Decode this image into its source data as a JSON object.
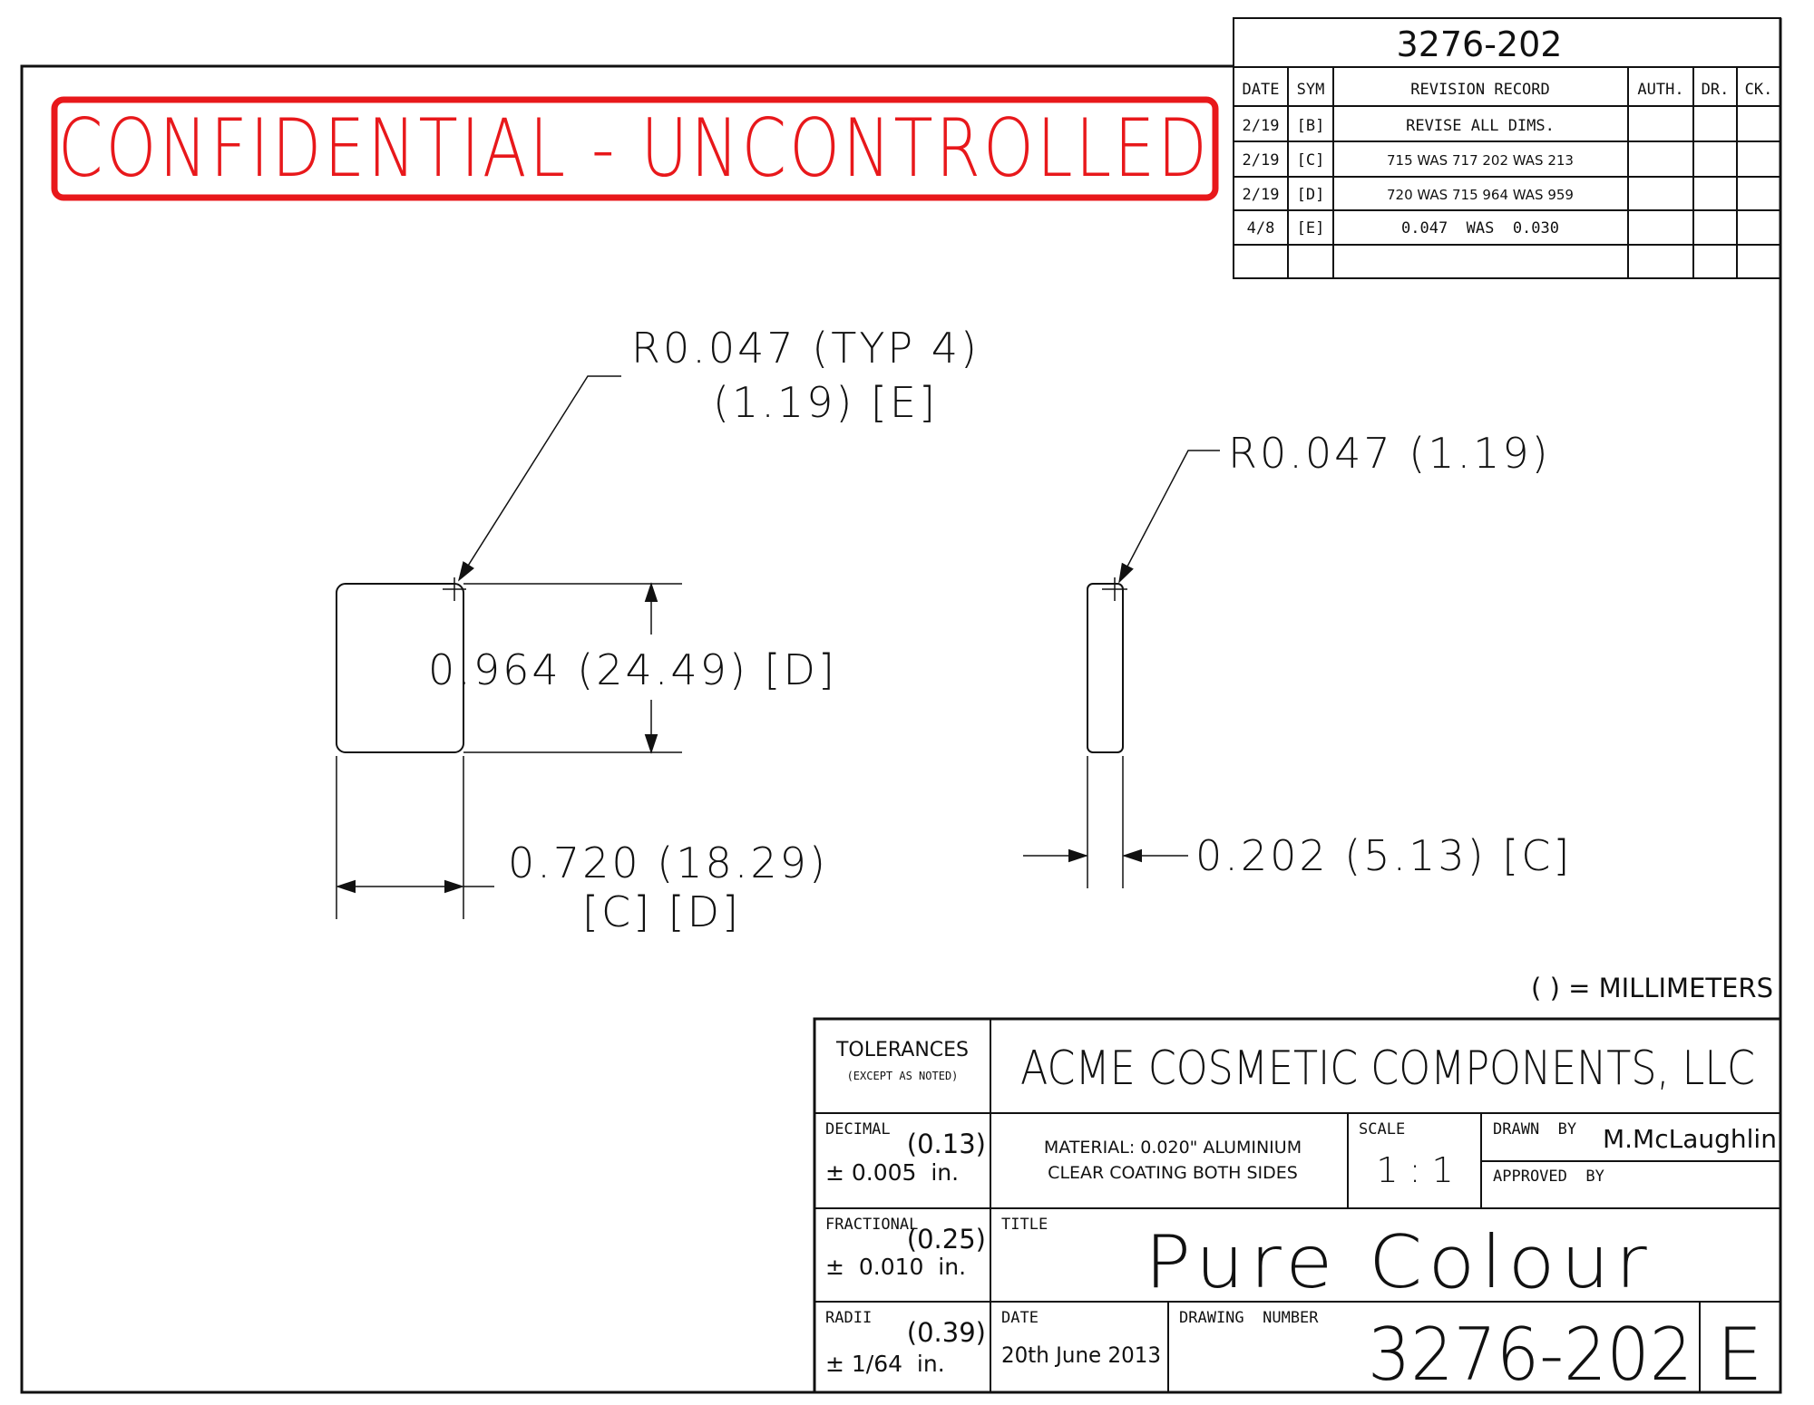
{
  "drawing_number_top": "3276-202",
  "stamp": {
    "text": "CONFIDENTIAL - UNCONTROLLED",
    "color": "#e8181b"
  },
  "revision_table": {
    "headers": {
      "date": "DATE",
      "sym": "SYM",
      "record": "REVISION RECORD",
      "auth": "AUTH.",
      "dr": "DR.",
      "ck": "CK."
    },
    "rows": [
      {
        "date": "2/19",
        "sym": "[B]",
        "record": "REVISE ALL DIMS."
      },
      {
        "date": "2/19",
        "sym": "[C]",
        "record": "715 WAS 717 202 WAS 213"
      },
      {
        "date": "2/19",
        "sym": "[D]",
        "record": "720 WAS 715 964 WAS 959"
      },
      {
        "date": "4/8",
        "sym": "[E]",
        "record": "0.047  WAS  0.030"
      }
    ]
  },
  "callouts": {
    "radius_front_1": "R0.047 (TYP 4)",
    "radius_front_2": "(1.19) [E]",
    "radius_side": "R0.047 (1.19)",
    "height": "0.964 (24.49) [D]",
    "width_1": "0.720 (18.29)",
    "width_2": "[C] [D]",
    "thickness": "0.202 (5.13) [C]"
  },
  "units_note": "( ) = MILLIMETERS",
  "title_block": {
    "tolerances_label": "TOLERANCES",
    "tolerances_sub": "(EXCEPT AS NOTED)",
    "company": "ACME COSMETIC COMPONENTS, LLC",
    "decimal_label": "DECIMAL",
    "decimal_mm": "(0.13)",
    "decimal_in": "± 0.005  in.",
    "material_1": "MATERIAL: 0.020\" ALUMINIUM",
    "material_2": "CLEAR COATING BOTH SIDES",
    "scale_label": "SCALE",
    "scale_value": "1 : 1",
    "drawn_by_label": "DRAWN  BY",
    "drawn_by_value": "M.McLaughlin",
    "approved_by_label": "APPROVED  BY",
    "fractional_label": "FRACTIONAL",
    "fractional_mm": "(0.25)",
    "fractional_in": "±  0.010  in.",
    "title_label": "TITLE",
    "title_value": "Pure Colour",
    "radii_label": "RADII",
    "radii_mm": "(0.39)",
    "radii_in": "± 1/64  in.",
    "date_label": "DATE",
    "date_value": "20th June 2013",
    "drawing_number_label": "DRAWING  NUMBER",
    "drawing_number_value": "3276-202",
    "revision_letter": "E"
  }
}
